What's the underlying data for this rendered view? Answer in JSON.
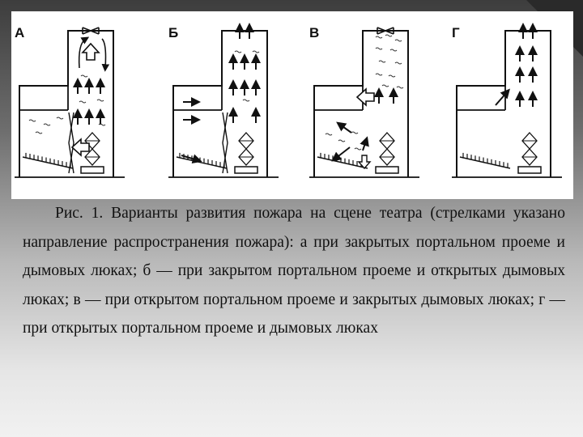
{
  "figure": {
    "panels": [
      {
        "label": "А"
      },
      {
        "label": "Б"
      },
      {
        "label": "В"
      },
      {
        "label": "Г"
      }
    ]
  },
  "caption": {
    "text": "Рис. 1. Варианты развития пожара на сцене театра (стрелками указано направление распространения пожара): а при закрытых портальном проеме и дымовых люках; б — при закрытом портальном проеме и открытых дымовых люках; в — при открытом портальном проеме и закрытых дымовых люках; г — при открытых портальном проеме и дымовых люках"
  }
}
